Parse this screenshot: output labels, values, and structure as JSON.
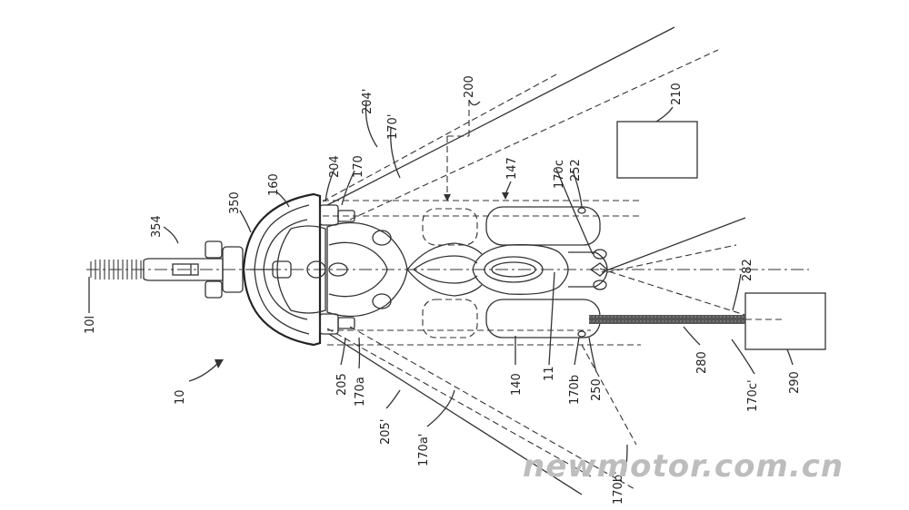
{
  "watermark": "newmotor.com.cn",
  "labels": {
    "l354": "354",
    "l350": "350",
    "l160": "160",
    "l204": "204",
    "l170": "170",
    "l204p": "204'",
    "l170p": "170'",
    "l200": "200",
    "l147": "147",
    "l170c": "170c",
    "l252": "252",
    "l210": "210",
    "l282": "282",
    "l10l": "10l",
    "l10": "10",
    "l205": "205",
    "l170a": "170a",
    "l205p": "205'",
    "l170ap": "170a'",
    "l140": "140",
    "l11": "11",
    "l170b": "170b",
    "l250": "250",
    "l280": "280",
    "l170cp": "170c'",
    "l290": "290",
    "l170bp": "170b'"
  },
  "icons": {
    "direction_arrow": "arrow-icon"
  }
}
